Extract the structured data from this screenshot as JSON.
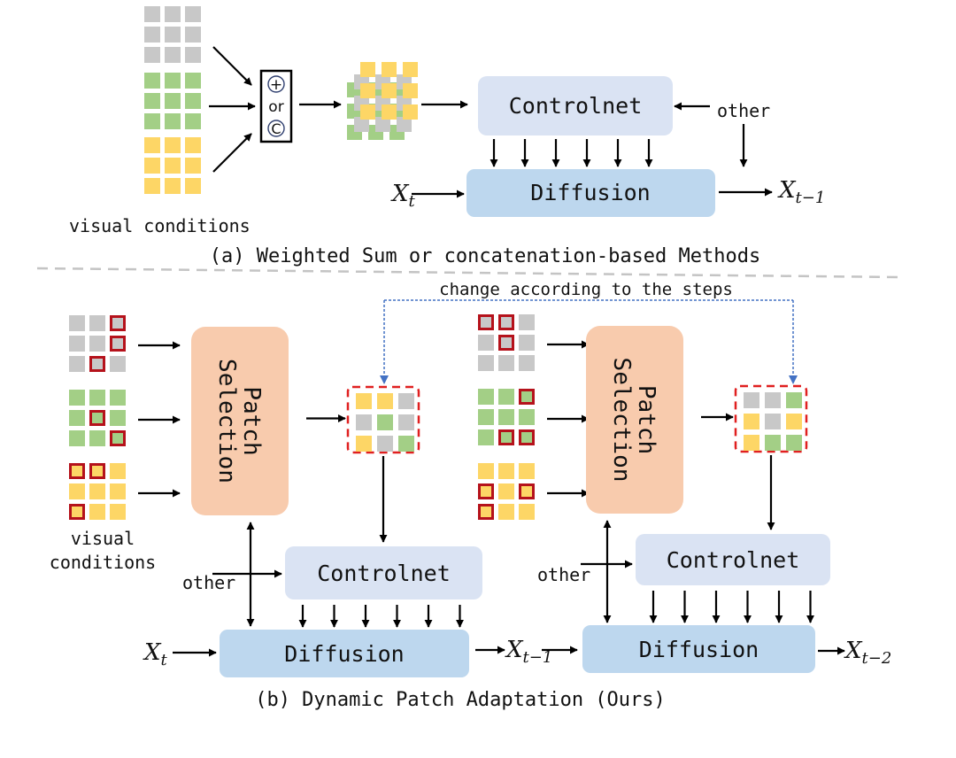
{
  "colors": {
    "gray_patch": "#c8c8c8",
    "green_patch": "#a3cf86",
    "yellow_patch": "#fdd666",
    "selected_border": "#b5121b",
    "dashed_red": "#e02020",
    "controlnet_fill": "#dae3f3",
    "diffusion_fill": "#bdd7ee",
    "patch_selection_fill": "#f8cbad",
    "blue_dotted": "#4472c4",
    "separator": "#bfbfbf"
  },
  "part_a": {
    "caption": "(a) Weighted Sum or concatenation-based Methods",
    "visual_conditions_label": "visual conditions",
    "operator": {
      "sum_symbol": "+",
      "or_label": "or",
      "concat_symbol": "C"
    },
    "controlnet_label": "Controlnet",
    "diffusion_label": "Diffusion",
    "other_label": "other",
    "input_label": {
      "base": "X",
      "sub": "t"
    },
    "output_label": {
      "base": "X",
      "sub": "t−1"
    },
    "conditions": [
      {
        "name": "gray",
        "color": "gray"
      },
      {
        "name": "green",
        "color": "green"
      },
      {
        "name": "yellow",
        "color": "yellow"
      }
    ]
  },
  "part_b": {
    "caption": "(b) Dynamic Patch Adaptation (Ours)",
    "step_note": "change according to the steps",
    "visual_conditions_label": [
      "visual",
      "conditions"
    ],
    "steps": [
      {
        "patch_selection_label": [
          "Patch",
          "Selection"
        ],
        "controlnet_label": "Controlnet",
        "diffusion_label": "Diffusion",
        "other_label": "other",
        "input_label": {
          "base": "X",
          "sub": "t"
        },
        "output_label": {
          "base": "X",
          "sub": "t−1"
        },
        "conditions": [
          {
            "color": "gray",
            "selected": [
              [
                0,
                2
              ],
              [
                1,
                2
              ],
              [
                2,
                1
              ]
            ]
          },
          {
            "color": "green",
            "selected": [
              [
                1,
                1
              ],
              [
                2,
                2
              ]
            ]
          },
          {
            "color": "yellow",
            "selected": [
              [
                0,
                0
              ],
              [
                0,
                1
              ],
              [
                2,
                0
              ]
            ]
          }
        ],
        "composite": [
          [
            "yellow",
            "yellow",
            "gray"
          ],
          [
            "gray",
            "green",
            "gray"
          ],
          [
            "yellow",
            "gray",
            "green"
          ]
        ]
      },
      {
        "patch_selection_label": [
          "Patch",
          "Selection"
        ],
        "controlnet_label": "Controlnet",
        "diffusion_label": "Diffusion",
        "other_label": "other",
        "output_label": {
          "base": "X",
          "sub": "t−2"
        },
        "conditions": [
          {
            "color": "gray",
            "selected": [
              [
                0,
                0
              ],
              [
                0,
                1
              ],
              [
                1,
                1
              ]
            ]
          },
          {
            "color": "green",
            "selected": [
              [
                0,
                2
              ],
              [
                2,
                1
              ],
              [
                2,
                2
              ]
            ]
          },
          {
            "color": "yellow",
            "selected": [
              [
                1,
                0
              ],
              [
                1,
                2
              ],
              [
                2,
                0
              ]
            ]
          }
        ],
        "composite": [
          [
            "gray",
            "gray",
            "green"
          ],
          [
            "yellow",
            "gray",
            "yellow"
          ],
          [
            "yellow",
            "green",
            "green"
          ]
        ]
      }
    ]
  }
}
